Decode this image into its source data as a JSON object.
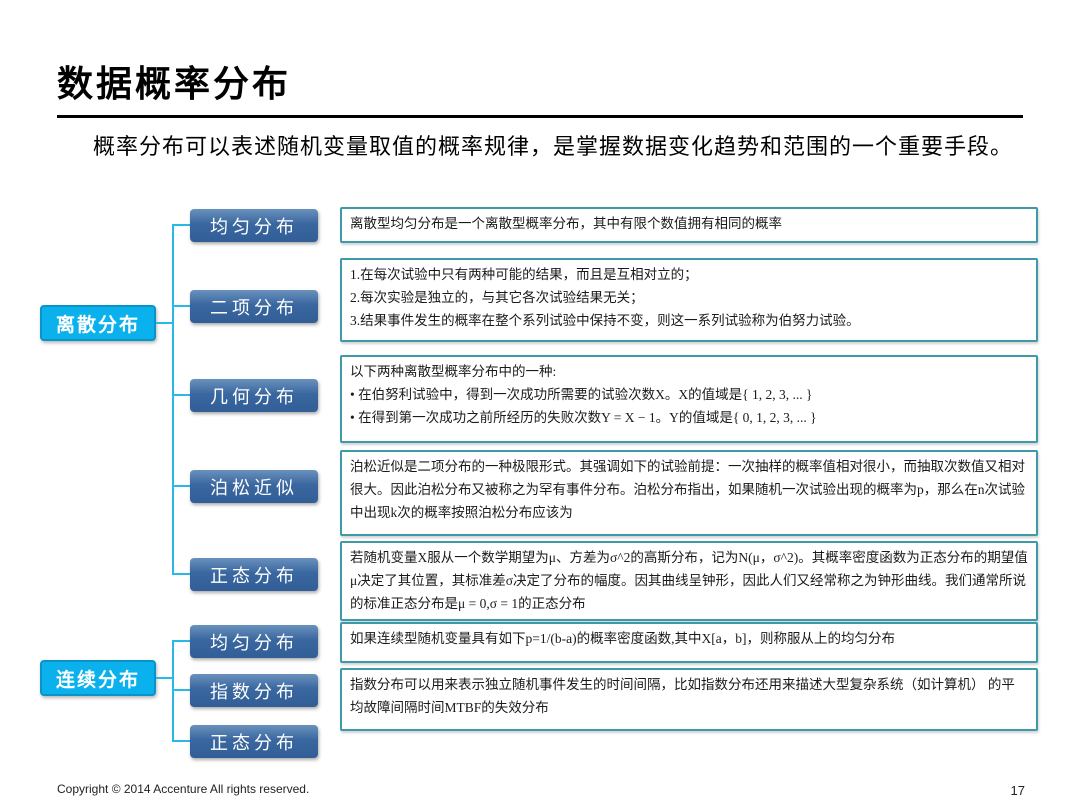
{
  "slide": {
    "title": "数据概率分布",
    "intro": "概率分布可以表述随机变量取值的概率规律，是掌握数据变化趋势和范围的一个重要手段。",
    "footer": {
      "copyright": "Copyright © 2014  Accenture  All rights reserved.",
      "page": "17"
    }
  },
  "colors": {
    "group_box_fill": "#0AB1EC",
    "group_box_border": "#0A93C6",
    "node_box_fill": "#3A679F",
    "desc_box_border": "#3E9AA8",
    "connector": "#29B9E8"
  },
  "diagram": {
    "groups": [
      {
        "label": "离散分布",
        "children": [
          {
            "label": "均匀分布",
            "desc": "离散型均匀分布是一个离散型概率分布，其中有限个数值拥有相同的概率"
          },
          {
            "label": "二项分布",
            "desc": "1.在每次试验中只有两种可能的结果，而且是互相对立的；\n2.每次实验是独立的，与其它各次试验结果无关；\n3.结果事件发生的概率在整个系列试验中保持不变，则这一系列试验称为伯努力试验。"
          },
          {
            "label": "几何分布",
            "desc": "以下两种离散型概率分布中的一种:\n•   在伯努利试验中，得到一次成功所需要的试验次数X。X的值域是{ 1, 2, 3, ... }\n•   在得到第一次成功之前所经历的失败次数Y = X − 1。Y的值域是{ 0, 1, 2, 3, ... }"
          },
          {
            "label": "泊松近似",
            "desc": "泊松近似是二项分布的一种极限形式。其强调如下的试验前提：一次抽样的概率值相对很小，而抽取次数值又相对很大。因此泊松分布又被称之为罕有事件分布。泊松分布指出，如果随机一次试验出现的概率为p，那么在n次试验中出现k次的概率按照泊松分布应该为"
          },
          {
            "label": "正态分布",
            "desc": "若随机变量X服从一个数学期望为μ、方差为σ^2的高斯分布，记为N(μ，σ^2)。其概率密度函数为正态分布的期望值μ决定了其位置，其标准差σ决定了分布的幅度。因其曲线呈钟形，因此人们又经常称之为钟形曲线。我们通常所说的标准正态分布是μ = 0,σ = 1的正态分布"
          }
        ]
      },
      {
        "label": "连续分布",
        "children": [
          {
            "label": "均匀分布",
            "desc": "如果连续型随机变量具有如下p=1/(b-a)的概率密度函数,其中X[a，b]，则称服从上的均匀分布"
          },
          {
            "label": "指数分布",
            "desc": "指数分布可以用来表示独立随机事件发生的时间间隔，比如指数分布还用来描述大型复杂系统（如计算机） 的平均故障间隔时间MTBF的失效分布"
          },
          {
            "label": "正态分布"
          }
        ]
      }
    ]
  }
}
